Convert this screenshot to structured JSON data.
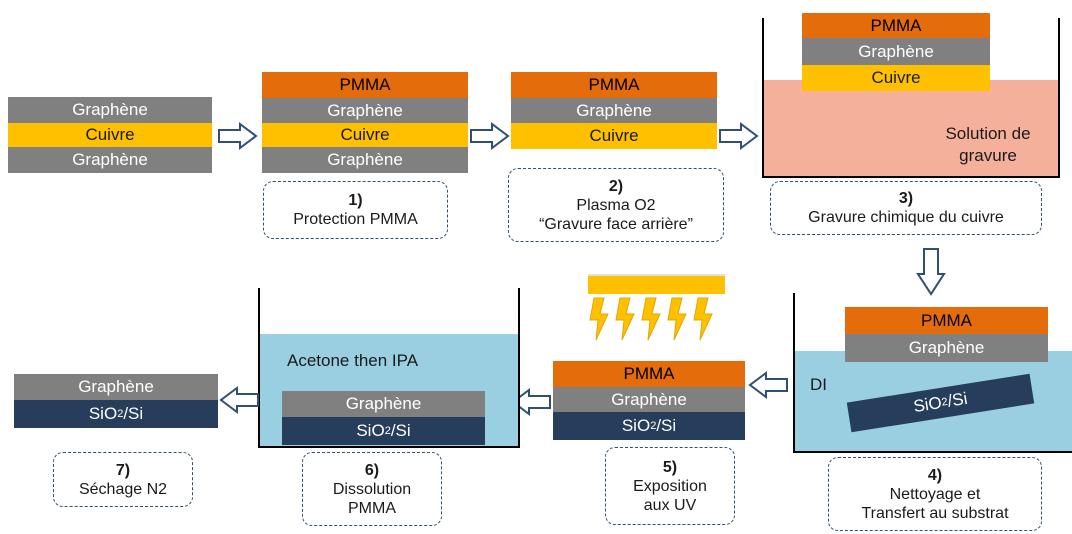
{
  "layers": {
    "pmma": "PMMA",
    "graphene": "Graphène",
    "copper": "Cuivre",
    "sio2_prefix": "SiO",
    "sio2_sub": "2",
    "sio2_suffix": "/Si"
  },
  "steps": [
    {
      "num": "1)",
      "line1": "Protection PMMA",
      "line2": ""
    },
    {
      "num": "2)",
      "line1": "Plasma O2",
      "line2": "“Gravure face arrière”"
    },
    {
      "num": "3)",
      "line1": "Gravure chimique du cuivre",
      "line2": ""
    },
    {
      "num": "4)",
      "line1": "Nettoyage et",
      "line2": "Transfert au substrat"
    },
    {
      "num": "5)",
      "line1": "Exposition",
      "line2": "aux UV"
    },
    {
      "num": "6)",
      "line1": "Dissolution",
      "line2": "PMMA"
    },
    {
      "num": "7)",
      "line1": "Séchage N2",
      "line2": ""
    }
  ],
  "labels": {
    "etch_solution_1": "Solution de",
    "etch_solution_2": "gravure",
    "di": "DI",
    "acetone": "Acetone then IPA"
  },
  "colors": {
    "pmma": "#e46c0a",
    "graphene": "#808080",
    "copper": "#ffc000",
    "sio2": "#263d5c",
    "etch_solution": "#f4b09a",
    "water": "#99cfe0",
    "arrow": "#2f4f75"
  }
}
